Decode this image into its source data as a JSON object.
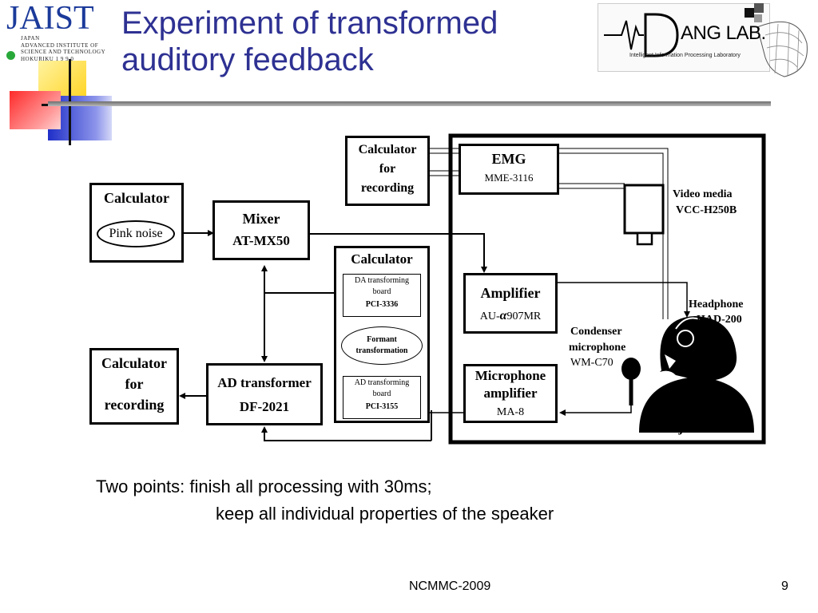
{
  "header": {
    "title_line1": "Experiment of transformed",
    "title_line2": "auditory feedback"
  },
  "logo_left": {
    "word": "JAIST",
    "sub1": "JAPAN",
    "sub2": "ADVANCED  INSTITUTE  OF",
    "sub3": "SCIENCE AND TECHNOLOGY",
    "sub4": "HOKURIKU  1 9 9 0"
  },
  "logo_right": {
    "word": "ANG LAB.",
    "caption": "Intelligent Information Processing Laboratory"
  },
  "diagram": {
    "calc_pink": {
      "title": "Calculator",
      "inner": "Pink noise"
    },
    "mixer": {
      "title": "Mixer",
      "model": "AT-MX50"
    },
    "calc_rec_top": {
      "l1": "Calculator",
      "l2": "for",
      "l3": "recording"
    },
    "emg": {
      "title": "EMG",
      "model": "MME-3116"
    },
    "video": {
      "l1": "Video media",
      "l2": "VCC-H250B"
    },
    "calc_mid": {
      "title": "Calculator",
      "da_l1": "DA transforming",
      "da_l2": "board",
      "da_l3": "PCI-3336",
      "formant_l1": "Formant",
      "formant_l2": "transformation",
      "ad_l1": "AD transforming",
      "ad_l2": "board",
      "ad_l3": "PCI-3155"
    },
    "amplifier": {
      "title": "Amplifier",
      "model_prefix": "AU-",
      "model_alpha": "α",
      "model_suffix": "907MR"
    },
    "headphone": {
      "l1": "Headphone",
      "l2": "HAD-200"
    },
    "condenser": {
      "l1": "Condenser",
      "l2": "microphone",
      "l3": "WM-C70"
    },
    "mic_amp": {
      "l1": "Microphone",
      "l2": "amplifier",
      "model": "MA-8"
    },
    "calc_rec_left": {
      "l1": "Calculator",
      "l2": "for",
      "l3": "recording"
    },
    "ad": {
      "title": "AD transformer",
      "model": "DF-2021"
    },
    "subject": "Subject"
  },
  "body": {
    "points_line1": "Two points: finish all processing with 30ms;",
    "points_line2": "keep all individual properties of the speaker"
  },
  "footer": {
    "text": "NCMMC-2009",
    "page": "9"
  },
  "colors": {
    "title": "#2e3192",
    "accent_blue": "#2b3bd6",
    "accent_red": "#ff2a2a",
    "accent_yellow": "#ffd21a"
  }
}
